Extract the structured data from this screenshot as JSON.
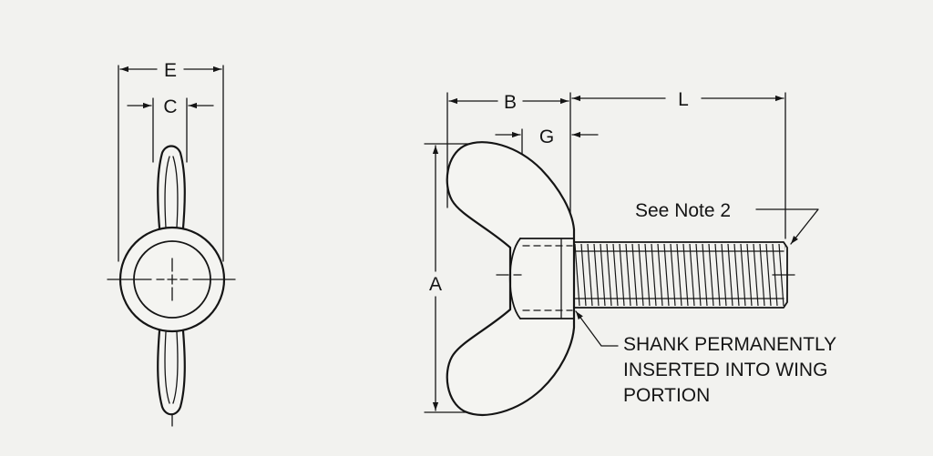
{
  "dimensions": {
    "e": "E",
    "c": "C",
    "b": "B",
    "g": "G",
    "l": "L",
    "a": "A"
  },
  "notes": {
    "see_note": "See Note 2",
    "shank_line1": "SHANK PERMANENTLY",
    "shank_line2": "INSERTED INTO WING",
    "shank_line3": "PORTION"
  },
  "colors": {
    "ink": "#151515",
    "paper": "#f2f2ef"
  }
}
